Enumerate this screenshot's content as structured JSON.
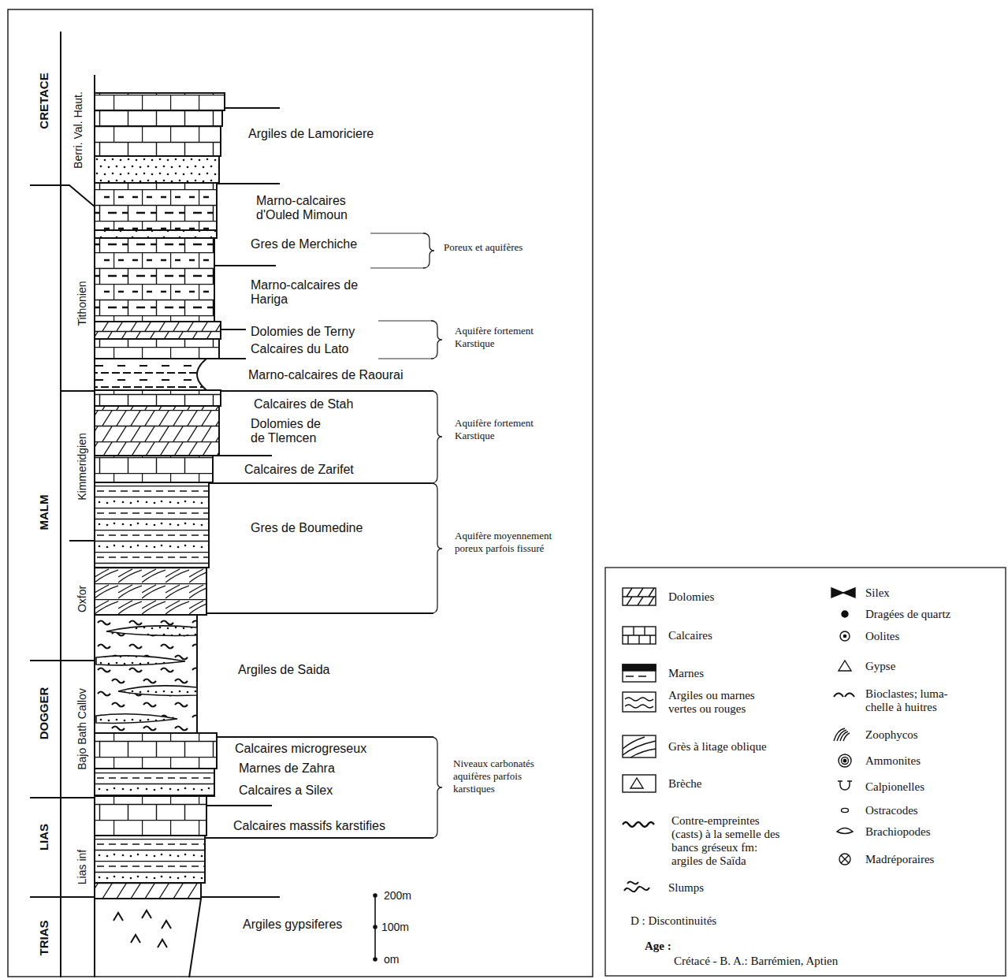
{
  "diagram": {
    "labels": [
      "CRETACE",
      "Berri. Val. Haut.",
      "Argiles de Lamoriciere",
      "Marno-calcaires d'Ouled Mimoun",
      "Gres de Merchiche",
      "Poreux et aquifères",
      "Tithonien",
      "Marno-calcaires de Hariga",
      "Dolomies de Terny",
      "Calcaires du Lato",
      "Aquifère fortement Karstique",
      "Marno-calcaires de Raourai",
      "Calcaires de Stah",
      "Dolomies de de Tlemcen",
      "Aquifère fortement Karstique",
      "Kimmeridgien",
      "Calcaires de Zarifet",
      "MALM",
      "Gres de Boumedine",
      "Aquifère moyennement poreux parfois fissuré",
      "Oxfor",
      "Argiles de Saida",
      "DOGGER",
      "Bajo Bath Callov",
      "Calcaires microgreseux",
      "Niveaux carbonatés aquifères parfois karstiques",
      "Marnes de Zahra",
      "Calcaires a Silex",
      "Calcaires massifs karstifies",
      "LIAS",
      "Lias inf",
      "200m",
      "Argiles gypsiferes",
      "100m",
      "TRIAS",
      "om",
      "Age :",
      "Crétacé - B. A.: Barrémien, Aptien"
    ],
    "legend": [
      {
        "text": "Dolomies"
      },
      {
        "text": "Calcaires"
      },
      {
        "text": "Marnes"
      },
      {
        "text": "Argiles ou marnes vertes ou rouges"
      },
      {
        "text": "Grès à litage oblique"
      },
      {
        "text": "Brèche"
      },
      {
        "text": "Contre-empreintes (casts) à la semelle des bancs gréseux fm: argiles de Saïda"
      },
      {
        "text": "Slumps"
      },
      {
        "text": "D : Discontinuités"
      },
      {
        "text": "Silex"
      },
      {
        "text": "Dragées de quartz"
      },
      {
        "text": "Oolites"
      },
      {
        "text": "Gypse"
      },
      {
        "text": "Bioclastes; luma- chelle à huitres"
      },
      {
        "text": "Zoophycos"
      },
      {
        "text": "Ammonites"
      },
      {
        "text": "Calpionelles"
      },
      {
        "text": "Ostracodes"
      },
      {
        "text": "Brachiopodes"
      },
      {
        "text": "Madréporaires"
      }
    ]
  }
}
